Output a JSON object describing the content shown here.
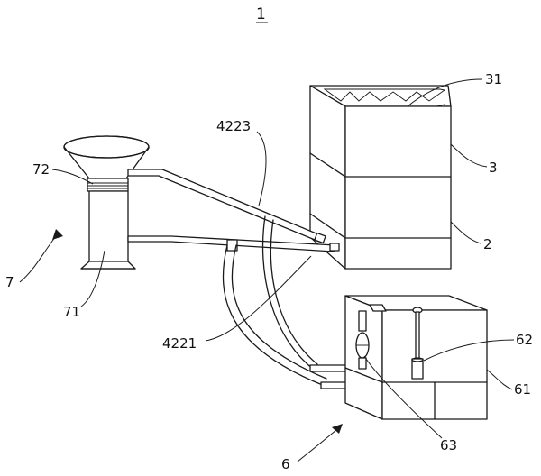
{
  "figure": {
    "title": "1",
    "labels": {
      "l31": "31",
      "l3": "3",
      "l2": "2",
      "l4223": "4223",
      "l72": "72",
      "l7": "7",
      "l71": "71",
      "l4221": "4221",
      "l62": "62",
      "l61": "61",
      "l63": "63",
      "l6": "6"
    }
  }
}
